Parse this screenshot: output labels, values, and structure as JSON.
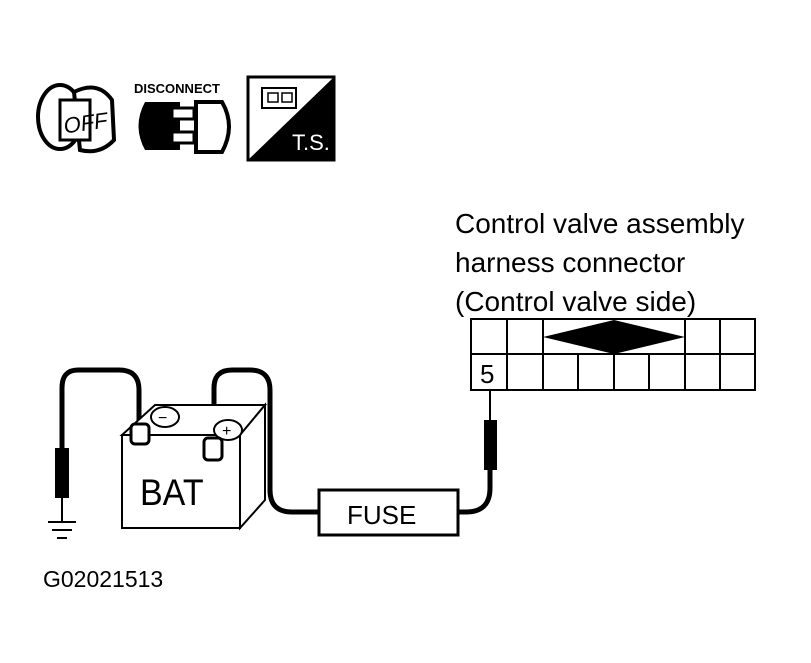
{
  "icons": {
    "key_label": "OFF",
    "disconnect_label": "DISCONNECT",
    "ts_label": "T.S."
  },
  "connector": {
    "title_lines": [
      "Control valve assembly",
      "harness connector",
      "(Control valve side)"
    ],
    "terminal_label": "5"
  },
  "battery": {
    "label": "BAT",
    "neg_symbol": "−",
    "pos_symbol": "+"
  },
  "fuse": {
    "label": "FUSE"
  },
  "figure_id": "G02021513"
}
